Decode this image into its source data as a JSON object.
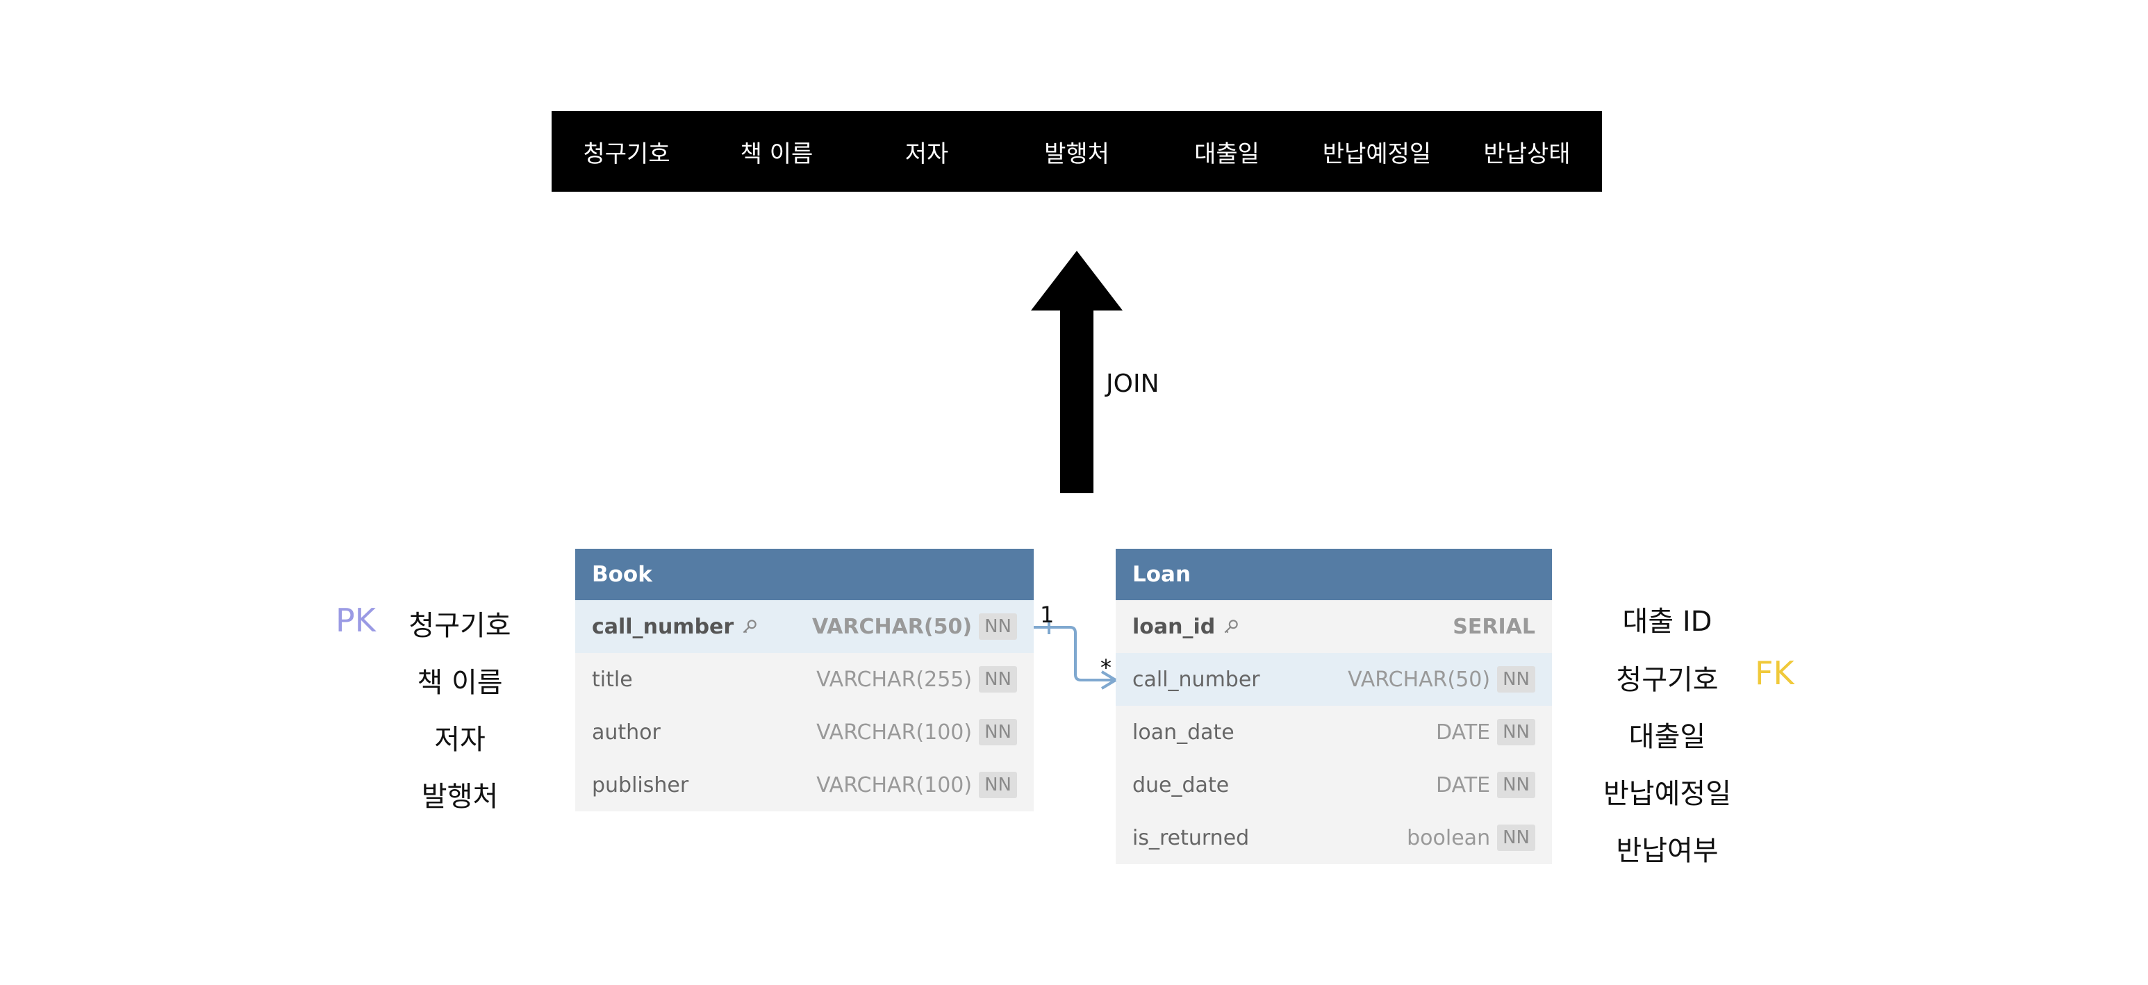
{
  "result_header": {
    "columns": [
      "청구기호",
      "책 이름",
      "저자",
      "발행처",
      "대출일",
      "반납예정일",
      "반납상태"
    ]
  },
  "join_label": "JOIN",
  "book_table": {
    "name": "Book",
    "columns": [
      {
        "name": "call_number",
        "type": "VARCHAR(50)",
        "nn": "NN"
      },
      {
        "name": "title",
        "type": "VARCHAR(255)",
        "nn": "NN"
      },
      {
        "name": "author",
        "type": "VARCHAR(100)",
        "nn": "NN"
      },
      {
        "name": "publisher",
        "type": "VARCHAR(100)",
        "nn": "NN"
      }
    ]
  },
  "loan_table": {
    "name": "Loan",
    "columns": [
      {
        "name": "loan_id",
        "type": "SERIAL",
        "nn": ""
      },
      {
        "name": "call_number",
        "type": "VARCHAR(50)",
        "nn": "NN"
      },
      {
        "name": "loan_date",
        "type": "DATE",
        "nn": "NN"
      },
      {
        "name": "due_date",
        "type": "DATE",
        "nn": "NN"
      },
      {
        "name": "is_returned",
        "type": "boolean",
        "nn": "NN"
      }
    ]
  },
  "book_labels": [
    "청구기호",
    "책 이름",
    "저자",
    "발행처"
  ],
  "loan_labels": [
    "대출 ID",
    "청구기호",
    "대출일",
    "반납예정일",
    "반납여부"
  ],
  "pk_tag": "PK",
  "fk_tag": "FK",
  "relation": {
    "one": "1",
    "many": "*"
  },
  "colors": {
    "pk": "#9a9ae4",
    "fk": "#f0c93a",
    "header": "#557ca4",
    "relation_line": "#7fa8cf"
  }
}
